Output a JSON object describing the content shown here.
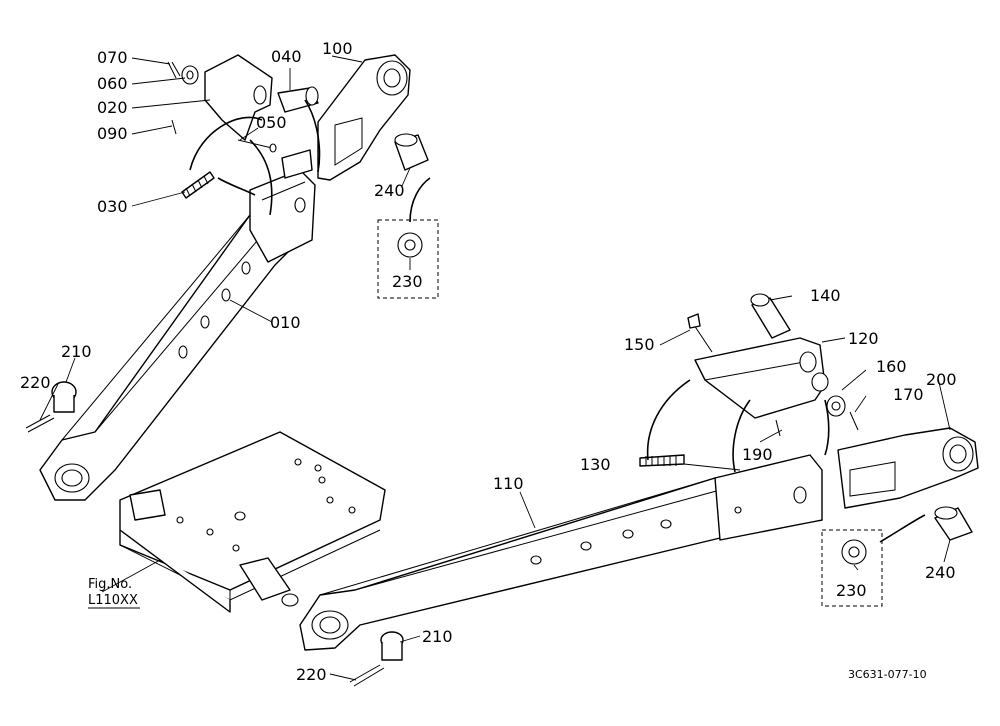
{
  "labels": {
    "p070": "070",
    "p060": "060",
    "p020": "020",
    "p090": "090",
    "p040": "040",
    "p100": "100",
    "p050": "050",
    "p030": "030",
    "p240a": "240",
    "p230a": "230",
    "p010": "010",
    "p210a": "210",
    "p220a": "220",
    "p140": "140",
    "p150": "150",
    "p120": "120",
    "p160": "160",
    "p170": "170",
    "p200": "200",
    "p130": "130",
    "p190": "190",
    "p110": "110",
    "p230b": "230",
    "p240b": "240",
    "p210b": "210",
    "p220b": "220"
  },
  "figure": {
    "fig_no_label": "Fig.No.",
    "fig_no_value": "L110XX"
  },
  "drawing_code": "3C631-077-10"
}
